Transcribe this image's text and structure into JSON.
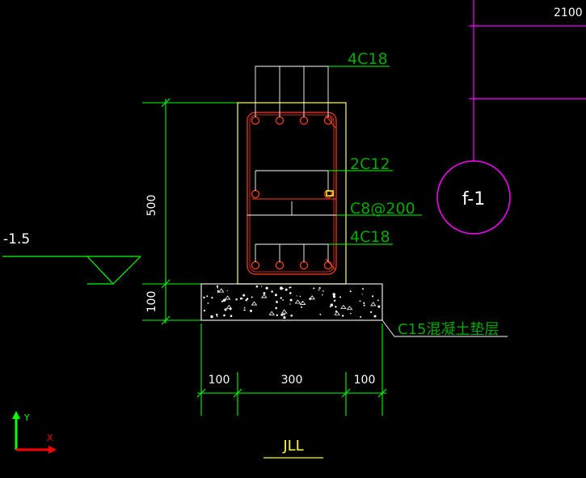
{
  "drawing": {
    "title": "JLL",
    "rebar_top": "4C18",
    "rebar_side": "2C12",
    "stirrup": "C8@200",
    "rebar_bottom": "4C18",
    "cushion_label": "C15混凝土垫层",
    "elevation": "-1.5",
    "grid_bubble": "f-1",
    "top_right_dim": "2100",
    "dim_height_beam": "500",
    "dim_height_cushion": "100",
    "dim_width_left": "100",
    "dim_width_mid": "300",
    "dim_width_right": "100"
  },
  "ucs": {
    "x_label": "X",
    "y_label": "Y"
  },
  "colors": {
    "background": "#000000",
    "dimension": "#00ff00",
    "label": "#00aa00",
    "rebar": "#ff3b1f",
    "section_outline": "#ffff66",
    "grid": "#ff00ff",
    "title": "#ffff00"
  }
}
